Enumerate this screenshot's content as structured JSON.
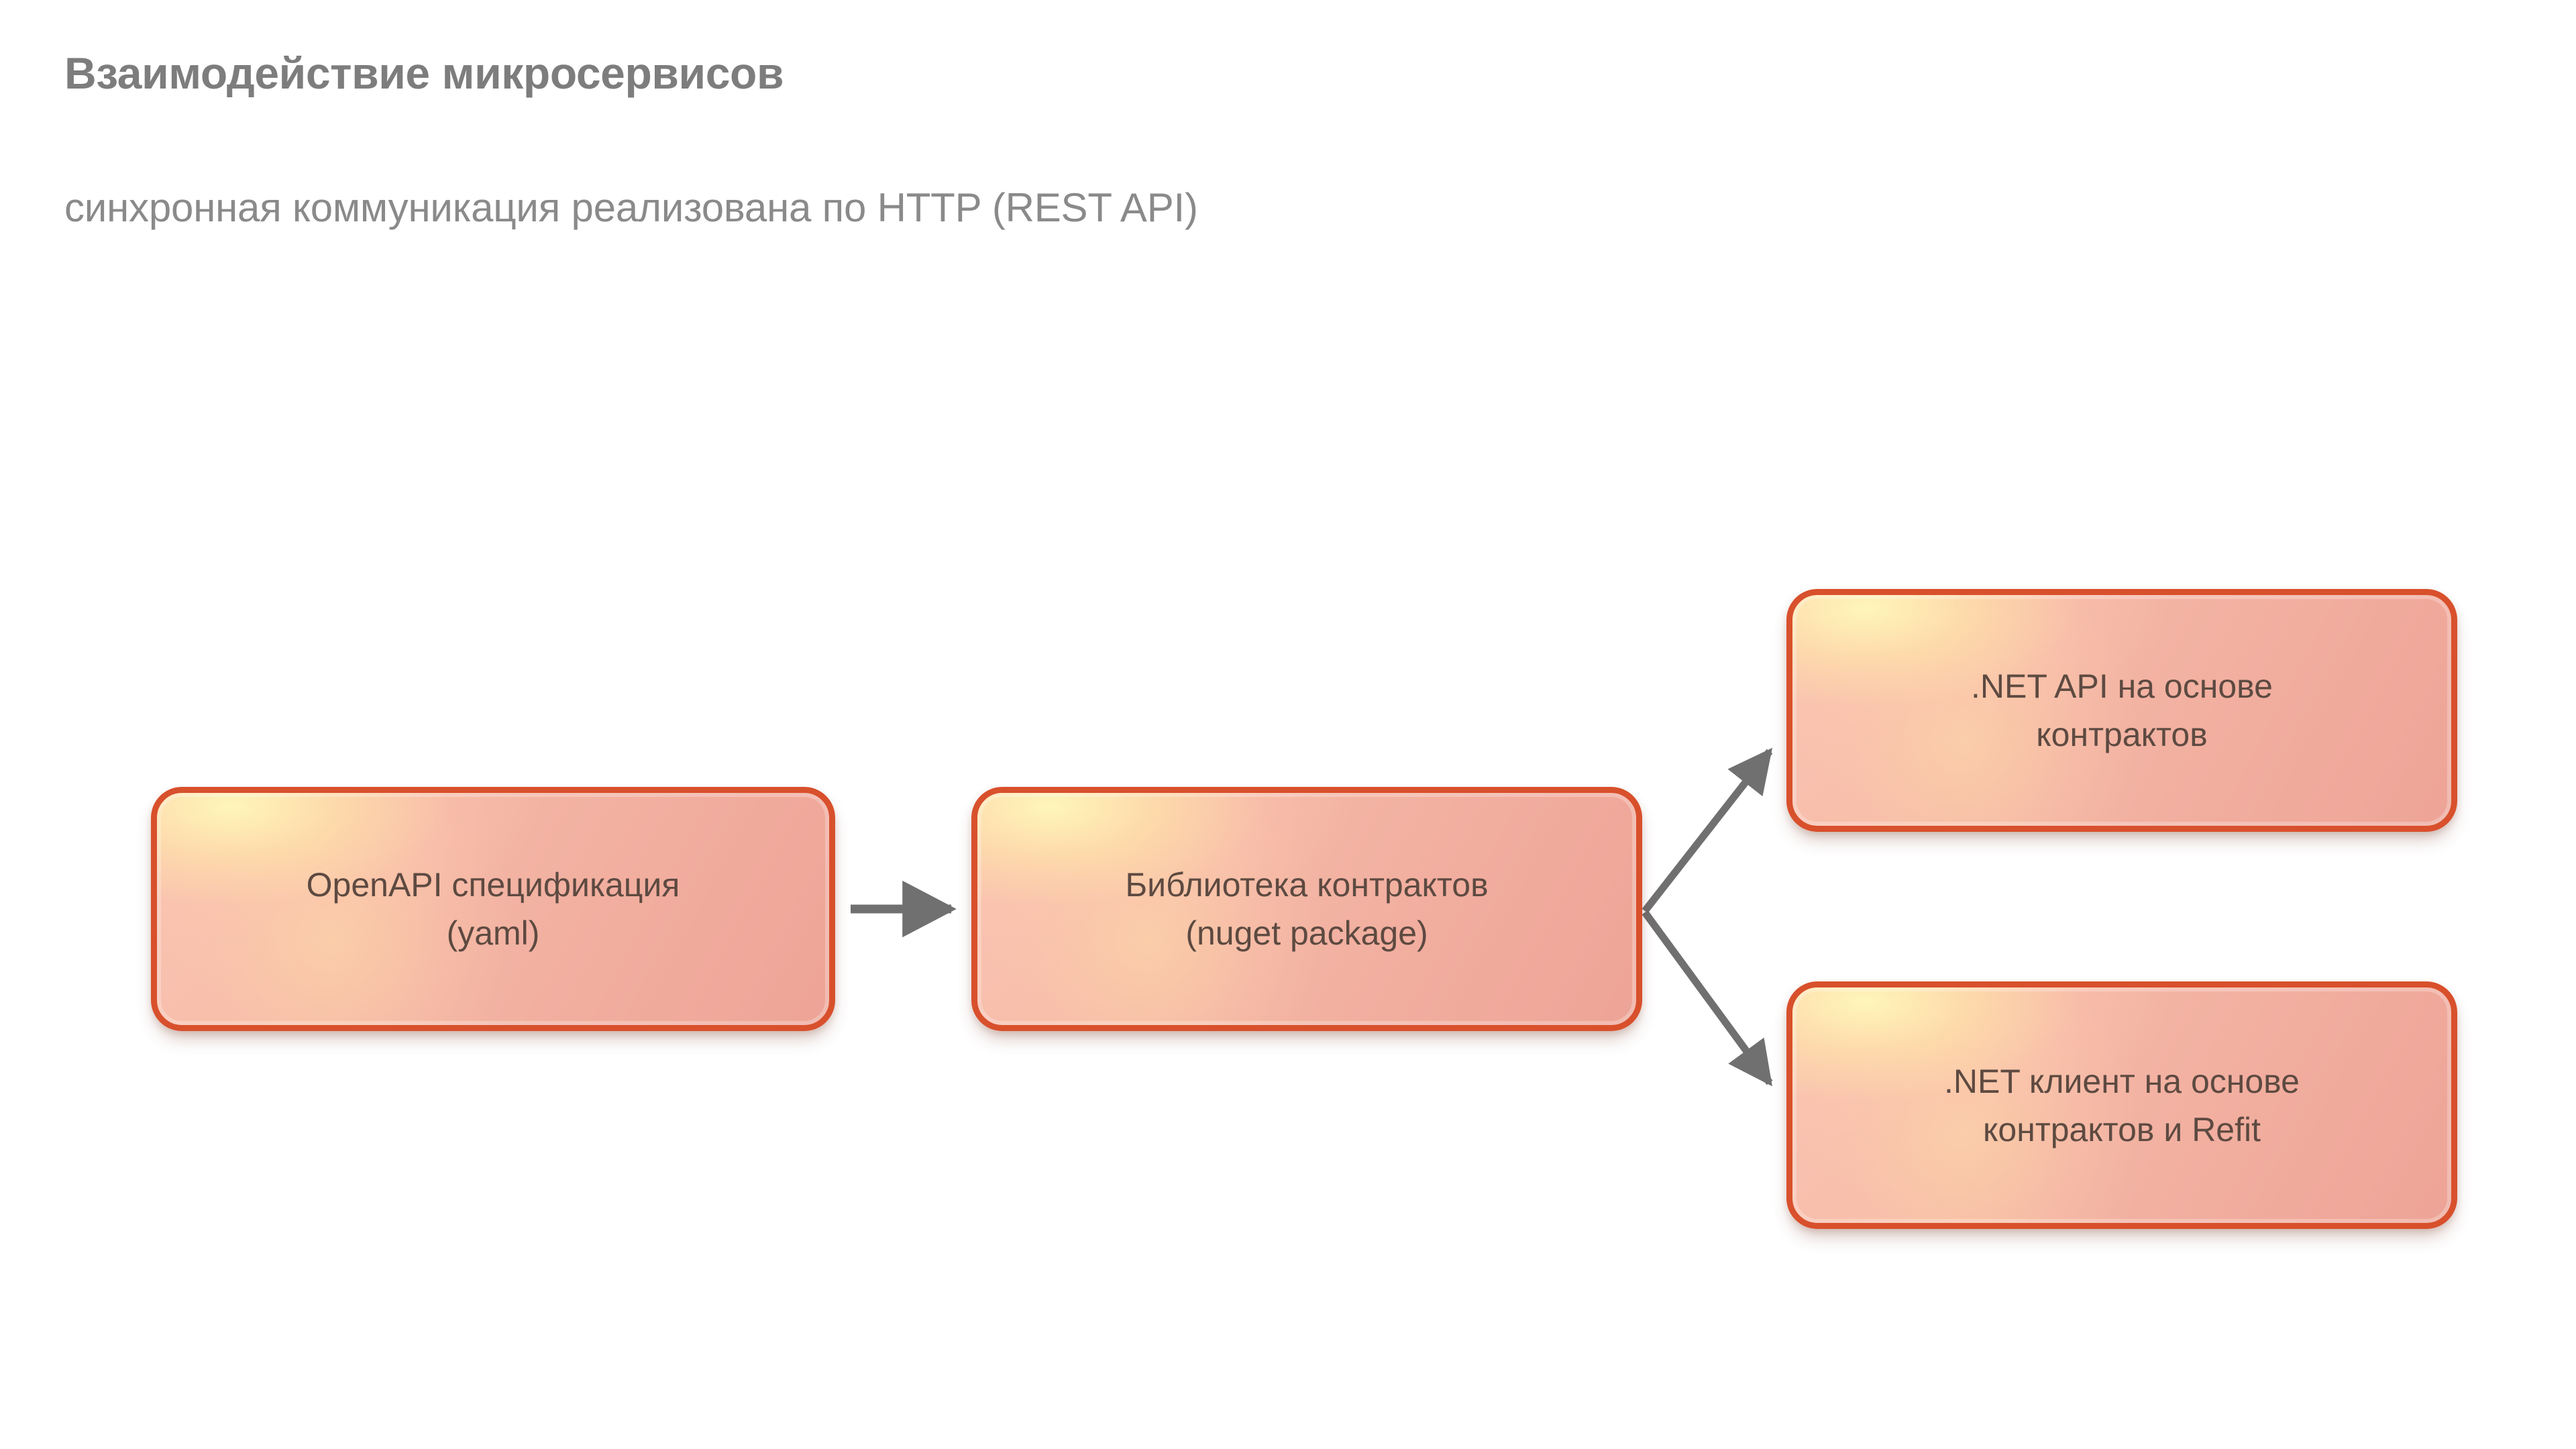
{
  "slide": {
    "title": "Взаимодействие микросервисов",
    "subtitle": "синхронная коммуникация реализована по HTTP (REST API)",
    "background_color": "#ffffff",
    "title_color": "#7d7d7d",
    "subtitle_color": "#8a8a8a"
  },
  "diagram": {
    "type": "flow",
    "node_fill_start": "#f9c5b4",
    "node_fill_end": "#eda497",
    "node_border_color": "#d8502c",
    "node_text_color": "#5d4a41",
    "connector_color": "#707070",
    "nodes": [
      {
        "id": "openapi",
        "label": "OpenAPI спецификация\n(yaml)"
      },
      {
        "id": "contracts",
        "label": "Библиотека контрактов\n(nuget package)"
      },
      {
        "id": "api",
        "label": ".NET API на основе\nконтрактов"
      },
      {
        "id": "client",
        "label": ".NET клиент на основе\nконтрактов и Refit"
      }
    ],
    "connectors": [
      {
        "id": "openapi-to-contracts",
        "from": "openapi",
        "to": "contracts",
        "style": "solid-arrow",
        "direction": "right"
      },
      {
        "id": "contracts-to-api",
        "from": "contracts",
        "to": "api",
        "style": "solid-arrow",
        "direction": "up-right"
      },
      {
        "id": "contracts-to-client",
        "from": "contracts",
        "to": "client",
        "style": "solid-arrow",
        "direction": "down-right"
      }
    ]
  }
}
